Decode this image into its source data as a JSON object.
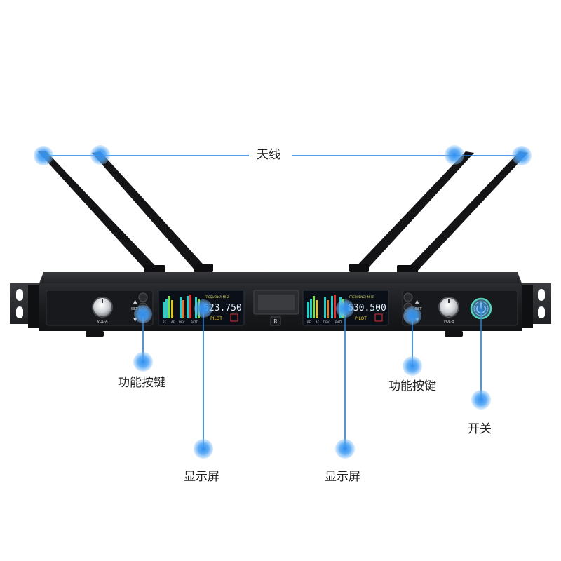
{
  "callouts": {
    "antenna": "天线",
    "function_keys_left": "功能按键",
    "function_keys_right": "功能按键",
    "display_left": "显示屏",
    "display_right": "显示屏",
    "power_switch": "开关"
  },
  "device": {
    "channel_a": {
      "frequency": "623.750",
      "freq_header": "FREQUENCY MHZ",
      "pilot": "PILOT",
      "volume_label": "VOL-A",
      "rf_label": "RF",
      "af_label": "AF",
      "dev_label": "DEV",
      "batt_label": "BATT",
      "set_label": "SET"
    },
    "channel_b": {
      "frequency": "630.500",
      "freq_header": "FREQUENCY MHZ",
      "pilot": "PILOT",
      "volume_label": "VOL-B",
      "rf_label": "RF",
      "af_label": "AF",
      "dev_label": "DEV",
      "batt_label": "BATT",
      "set_label": "SET"
    },
    "logo": "R"
  },
  "colors": {
    "callout_blue": "#1a7fe0",
    "marker_blue": "#3a95f0",
    "panel_dark": "#1c1d20",
    "lcd_bg": "#0a0f18",
    "frequency_text": "#e8f2ff",
    "pilot_text": "#f5d23a",
    "header_text": "#e0e060",
    "power_ring": "#3fd8a0"
  }
}
